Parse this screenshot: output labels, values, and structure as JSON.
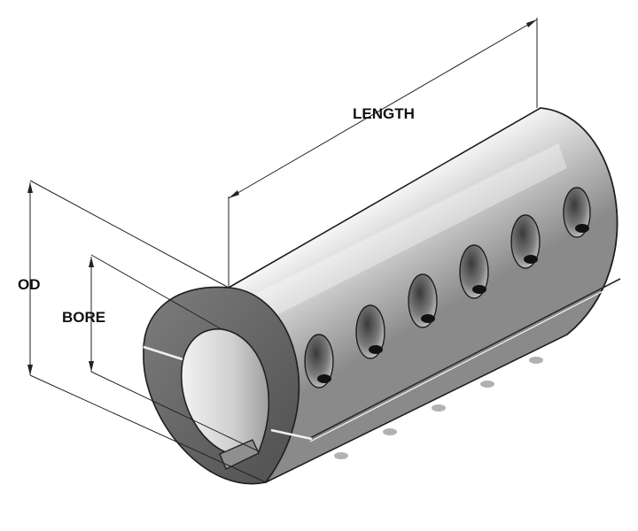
{
  "dimensions": {
    "length_label": "LENGTH",
    "od_label": "OD",
    "bore_label": "BORE"
  },
  "part": {
    "screw_holes_per_half": 6,
    "body_color": "#c8c8c8",
    "end_face_color": "#6b6b6b",
    "bore_color": "#d2d2d2"
  }
}
